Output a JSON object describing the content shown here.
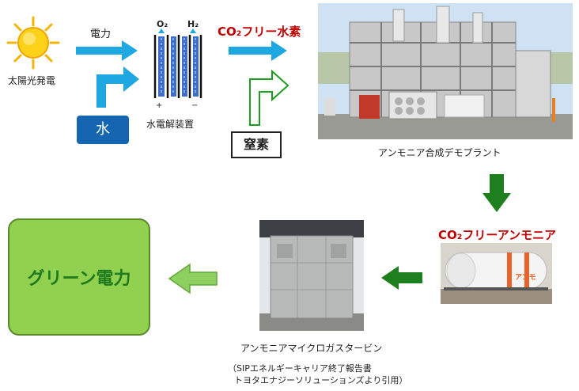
{
  "sources": {
    "solar_label": "太陽光発電",
    "electricity_label": "電力",
    "water_label": "水"
  },
  "electrolyzer": {
    "o2_label": "O₂",
    "h2_label": "H₂",
    "plus_label": "+",
    "minus_label": "−",
    "label": "水電解装置"
  },
  "hydrogen": {
    "label": "CO₂フリー水素"
  },
  "nitrogen": {
    "label": "窒素"
  },
  "plant": {
    "label": "アンモニア合成デモプラント"
  },
  "ammonia": {
    "label": "CO₂フリーアンモニア",
    "tank_text": "アンモ"
  },
  "turbine": {
    "label": "アンモニアマイクロガスタービン"
  },
  "output": {
    "label": "グリーン電力"
  },
  "credit": {
    "line1": "（SIPエネルギーキャリア終了報告書",
    "line2": "トヨタエナジーソリューションズより引用）"
  },
  "colors": {
    "arrow_blue": "#1ea7e1",
    "arrow_green_dark": "#1e7f1e",
    "water_blue": "#1565b0",
    "title_red": "#c00000",
    "green_box": "#92d050",
    "arrow_green_light": "#8fcf5f"
  }
}
